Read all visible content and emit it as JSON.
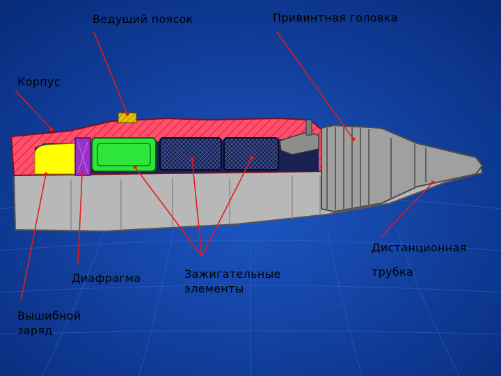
{
  "labels": {
    "driving_band": "Ведущий поясок",
    "screw_head": "Привинтная головка",
    "body": "Корпус",
    "time_fuze_1": "Дистанционная",
    "time_fuze_2": "трубка",
    "diaphragm": "Диафрагма",
    "incendiary_1": "Зажигательные",
    "incendiary_2": "элементы",
    "expelling_1": "Вышибной",
    "expelling_2": "заряд"
  },
  "colors": {
    "background": "#0b3a92",
    "casing": "#ff4f6a",
    "body": "#b8b8b8",
    "fuze": "#9a9a9a",
    "expelling_charge": "#ffff00",
    "diaphragm": "#9b30c8",
    "incendiary_element": "#2ee63a",
    "incendiary_pack": "#1a2a6c",
    "driving_band": "#d4b400",
    "leader": "#e21b1b"
  }
}
